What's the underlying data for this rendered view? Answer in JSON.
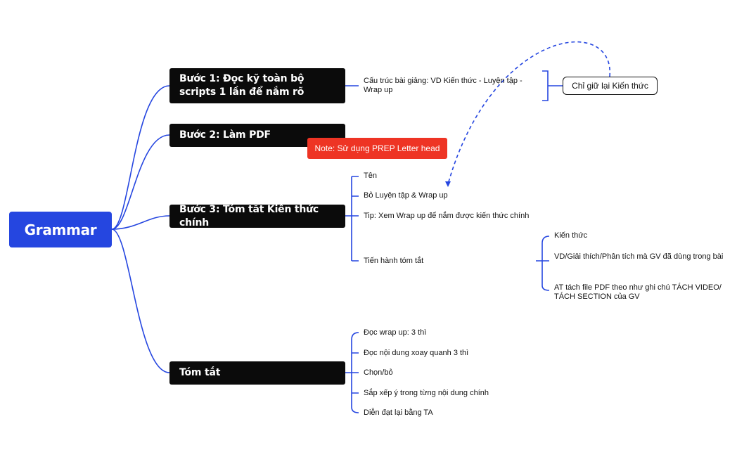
{
  "root": {
    "label": "Grammar"
  },
  "branches": [
    {
      "label": "Bước 1: Đọc kỹ toàn bộ scripts 1 lần để nắm rõ"
    },
    {
      "label": "Bước 2: Làm PDF"
    },
    {
      "label": "Bước 3: Tóm tắt Kiến thức chính"
    },
    {
      "label": "Tóm tắt"
    }
  ],
  "step1": {
    "child": "Cấu trúc bài giảng: VD Kiến thức - Luyện tập - Wrap up"
  },
  "callout": {
    "label": "Chỉ giữ lại Kiến thức"
  },
  "note": {
    "label": "Note: Sử dụng PREP Letter head"
  },
  "step3": {
    "children": [
      "Tên",
      "Bỏ Luyện tập & Wrap up",
      "Tip: Xem Wrap up để nắm được kiến thức chính",
      "Tiến hành tóm tắt"
    ],
    "sub": [
      "Kiến thức",
      "VD/Giải thích/Phân tích mà GV đã dùng trong bài",
      "AT tách file PDF theo như ghi chú TÁCH VIDEO/ TÁCH SECTION của GV"
    ]
  },
  "summary": {
    "children": [
      "Đọc wrap up: 3 thì",
      "Đọc nội dung xoay quanh 3 thì",
      "Chọn/bỏ",
      "Sắp xếp ý trong từng nội dung chính",
      "Diễn đạt lại bằng TA"
    ]
  },
  "colors": {
    "root": "#2546e0",
    "connector": "#2546e0",
    "branch": "#0b0b0b",
    "note": "#ee3424"
  }
}
